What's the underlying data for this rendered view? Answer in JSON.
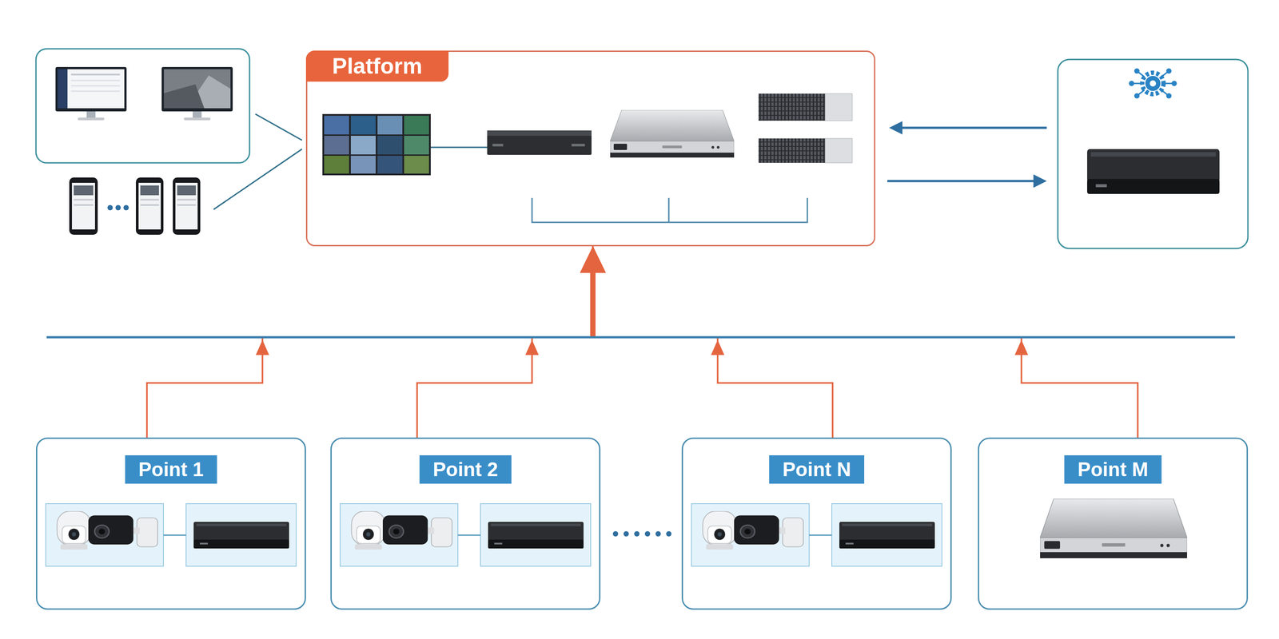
{
  "diagram": {
    "nodes": [
      {
        "text": [
          "Platform"
        ]
      },
      {
        "text": [
          "Point 1"
        ]
      },
      {
        "text": [
          "Point 2"
        ]
      },
      {
        "text": [
          "Point N"
        ]
      },
      {
        "text": [
          "Point M"
        ]
      }
    ],
    "edges": [
      {
        "from": 1,
        "to": 0,
        "arrow": "to"
      },
      {
        "from": 2,
        "to": 0,
        "arrow": "to"
      },
      {
        "from": 3,
        "to": 0,
        "arrow": "to"
      },
      {
        "from": 4,
        "to": 0,
        "arrow": "to"
      }
    ]
  }
}
